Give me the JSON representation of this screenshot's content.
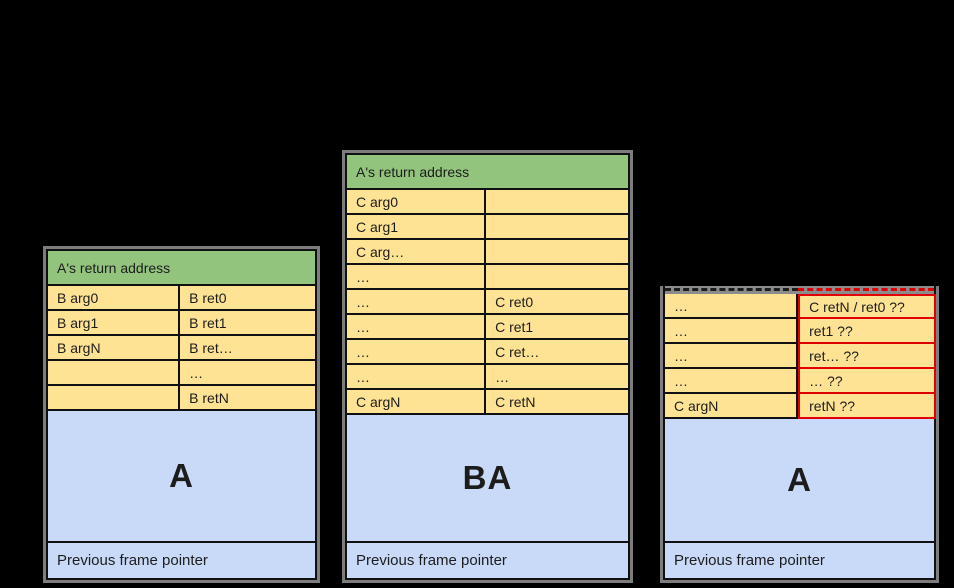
{
  "title": "Stack frame layout diagram",
  "colors": {
    "background": "#000000",
    "return_address_green": "#93C47D",
    "cell_yellow": "#FFE394",
    "frame_blue": "#C9DAF8",
    "highlight_red": "#E00000",
    "border_dark": "#101010",
    "table_outline_gray": "#7D7D7D"
  },
  "stacks": [
    {
      "name": "stack-b-frame",
      "header": "A's return address",
      "rows": [
        [
          "B arg0",
          "B ret0"
        ],
        [
          "B arg1",
          "B ret1"
        ],
        [
          "B argN",
          "B ret…"
        ],
        [
          "",
          "…"
        ],
        [
          "",
          "B retN"
        ]
      ],
      "frame_label": "A",
      "footer": "Previous frame pointer"
    },
    {
      "name": "stack-ba-frame",
      "header": "A's return address",
      "rows": [
        [
          "C arg0",
          ""
        ],
        [
          "C arg1",
          ""
        ],
        [
          "C arg…",
          ""
        ],
        [
          "…",
          ""
        ],
        [
          "…",
          "C ret0"
        ],
        [
          "…",
          "C ret1"
        ],
        [
          "…",
          "C ret…"
        ],
        [
          "…",
          "…"
        ],
        [
          "C argN",
          "C retN"
        ]
      ],
      "frame_label": "BA",
      "footer": "Previous frame pointer"
    },
    {
      "name": "stack-popped-frame",
      "header": null,
      "rows": [
        [
          "…",
          "C retN / ret0 ??"
        ],
        [
          "…",
          "ret1 ??"
        ],
        [
          "…",
          "ret… ??"
        ],
        [
          "…",
          "… ??"
        ],
        [
          "C argN",
          "retN ??"
        ]
      ],
      "frame_label": "A",
      "footer": "Previous frame pointer"
    }
  ]
}
